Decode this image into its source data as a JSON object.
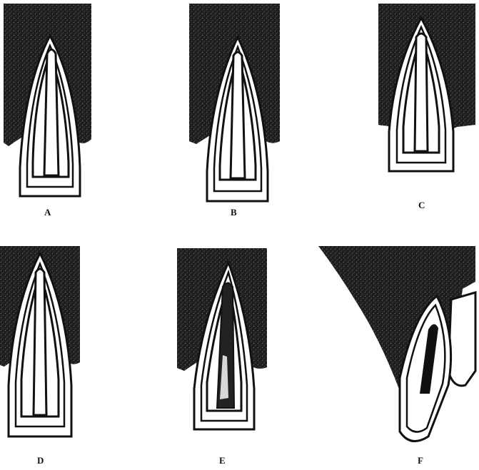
{
  "figure": {
    "panels": [
      {
        "id": "A",
        "label": "A"
      },
      {
        "id": "B",
        "label": "B"
      },
      {
        "id": "C",
        "label": "C"
      },
      {
        "id": "D",
        "label": "D"
      },
      {
        "id": "E",
        "label": "E"
      },
      {
        "id": "F",
        "label": "F"
      }
    ]
  },
  "colors": {
    "bone": "#222222",
    "outline": "#111111",
    "paper": "#ffffff"
  }
}
